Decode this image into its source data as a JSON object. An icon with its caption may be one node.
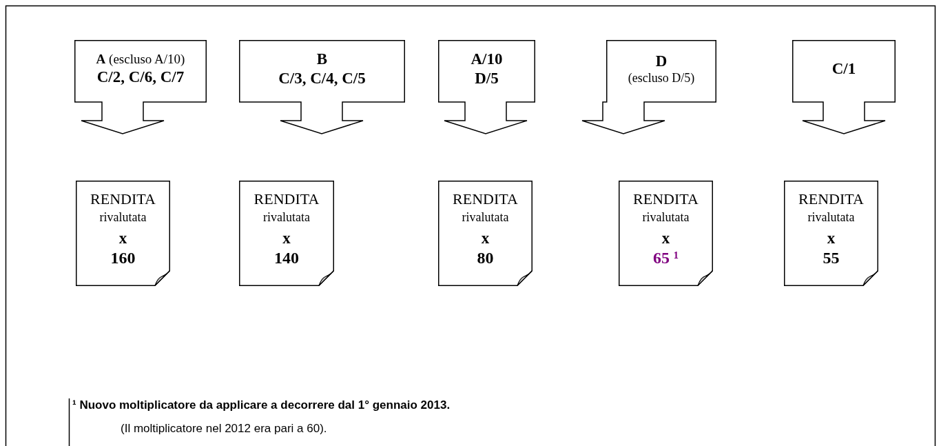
{
  "diagram": {
    "nodes": [
      {
        "text": [
          "**A** (escluso A/10)",
          "C/2, C/6, C/7"
        ]
      },
      {
        "text": [
          "B",
          "C/3, C/4, C/5"
        ]
      },
      {
        "text": [
          "A/10",
          "D/5"
        ]
      },
      {
        "text": [
          "D",
          "(escluso D/5)"
        ]
      },
      {
        "text": [
          "C/1"
        ]
      },
      {
        "text": [
          "RENDITA",
          "rivalutata",
          "x",
          "160"
        ]
      },
      {
        "text": [
          "RENDITA",
          "rivalutata",
          "x",
          "140"
        ]
      },
      {
        "text": [
          "RENDITA",
          "rivalutata",
          "x",
          "80"
        ]
      },
      {
        "text": [
          "RENDITA",
          "rivalutata",
          "x",
          "65 ¹"
        ]
      },
      {
        "text": [
          "RENDITA",
          "rivalutata",
          "x",
          "55"
        ]
      }
    ],
    "labels": [
      "¹  Nuovo moltiplicatore da applicare a decorrere dal 1° gennaio 2013.",
      "(Il moltiplicatore nel 2012 era pari a 60)."
    ]
  }
}
